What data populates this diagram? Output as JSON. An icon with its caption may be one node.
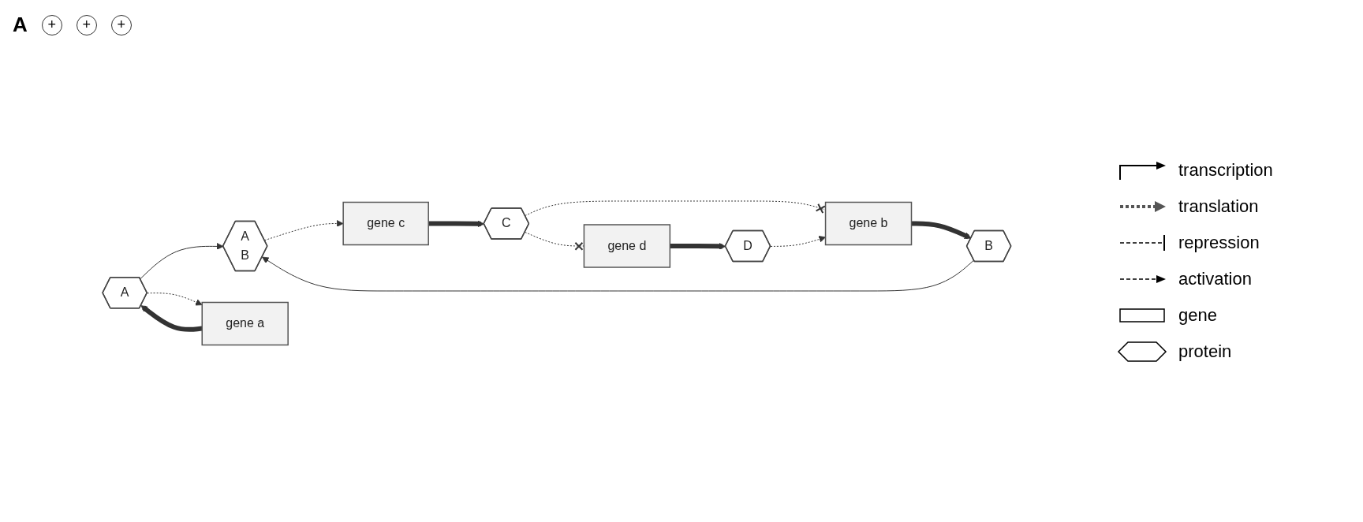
{
  "diagram": {
    "nodes": [
      {
        "text": [
          "A",
          "B"
        ]
      },
      {
        "text": [
          "A"
        ]
      },
      {
        "text": [
          "B"
        ]
      },
      {
        "text": [
          "gene a"
        ]
      },
      {
        "text": [
          "gene b"
        ]
      },
      {
        "text": [
          "C"
        ]
      },
      {
        "text": [
          "D"
        ]
      },
      {
        "text": [
          "gene c"
        ]
      },
      {
        "text": [
          "gene d"
        ]
      }
    ],
    "edges": [
      {
        "from": 3,
        "to": 1,
        "arrow": "to",
        "style": "thick"
      },
      {
        "from": 1,
        "to": 3,
        "arrow": "to",
        "style": "dashed"
      },
      {
        "from": 1,
        "to": 0,
        "arrow": "to"
      },
      {
        "from": 2,
        "to": 0,
        "arrow": "to"
      },
      {
        "from": 0,
        "to": 7,
        "arrow": "to",
        "style": "dashed"
      },
      {
        "from": 5,
        "to": 4,
        "arrow": "other",
        "style": "dashed"
      },
      {
        "from": 4,
        "to": 2,
        "arrow": "to",
        "style": "thick"
      },
      {
        "from": 6,
        "to": 4,
        "arrow": "to",
        "style": "dashed"
      },
      {
        "from": 7,
        "to": 5,
        "arrow": "to",
        "style": "thick"
      },
      {
        "from": 5,
        "to": 8,
        "arrow": "other",
        "style": "dashed"
      },
      {
        "from": 8,
        "to": 6,
        "arrow": "to",
        "style": "thick"
      }
    ],
    "labels": [
      "A",
      "+",
      "+",
      "+"
    ],
    "legend": [
      {
        "text": "transcription"
      },
      {
        "text": "translation"
      },
      {
        "text": "repression"
      },
      {
        "text": "activation"
      },
      {
        "text": "gene"
      },
      {
        "text": "protein"
      }
    ]
  }
}
